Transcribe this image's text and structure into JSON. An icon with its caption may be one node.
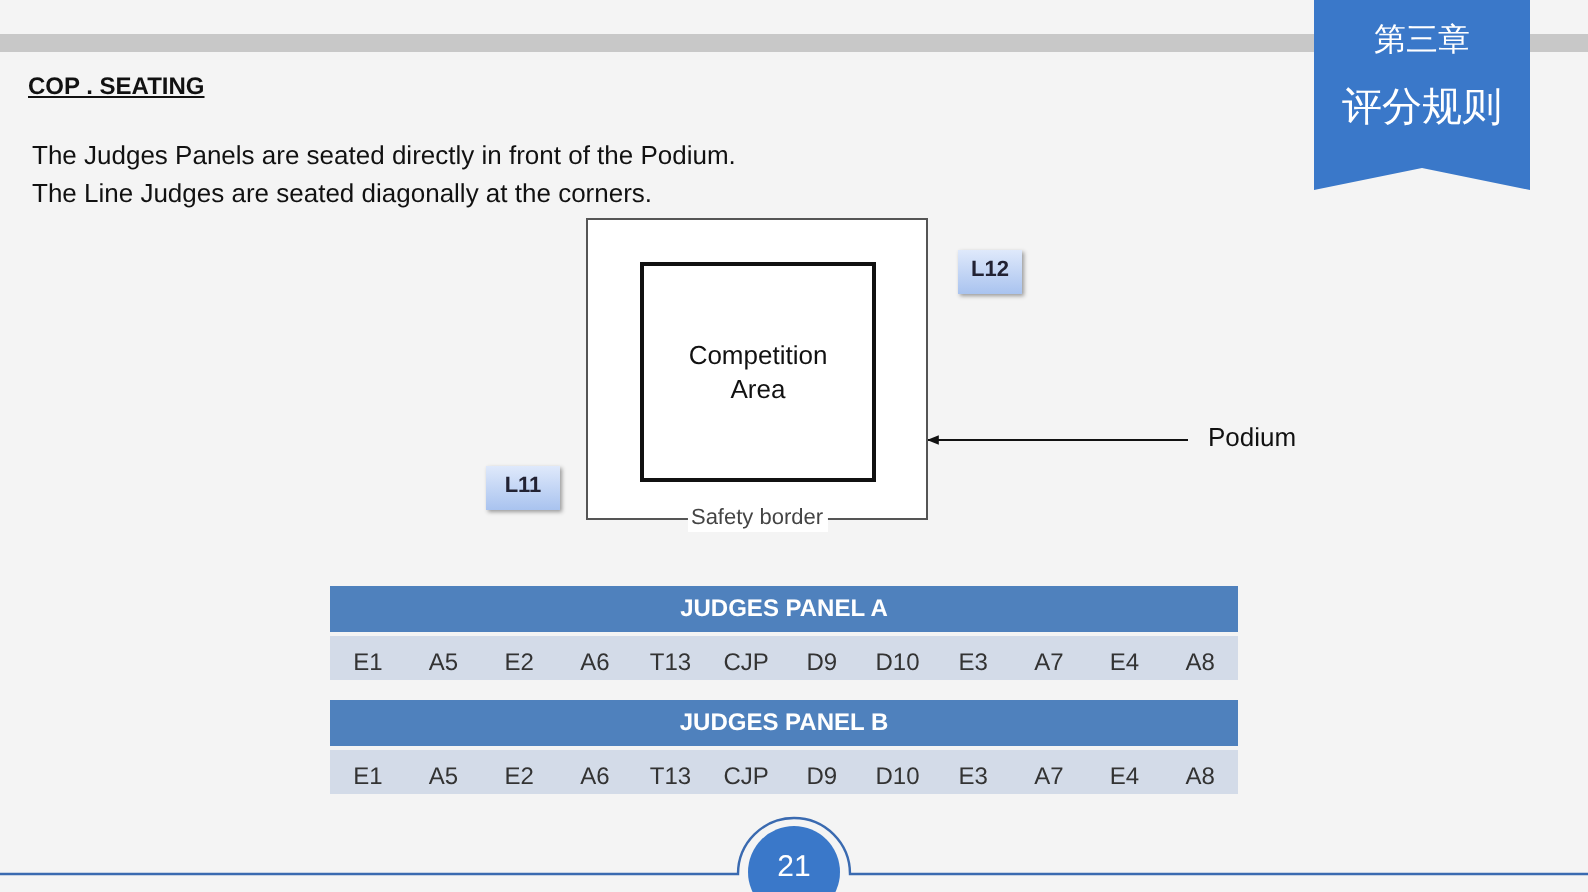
{
  "diagram": {
    "title": "COP . SEATING",
    "nodes": [
      {
        "text": [
          "Safety border"
        ]
      },
      {
        "text": [
          "Competition Area"
        ],
        "in": 0
      },
      {
        "text": [
          "L12"
        ]
      },
      {
        "text": [
          "L11"
        ]
      },
      {
        "text": [
          "Podium"
        ]
      }
    ],
    "edges": [
      {
        "from": 4,
        "to": 0,
        "arrow": "to"
      }
    ],
    "labels": [
      "第三章",
      "评分规则",
      "The Judges Panels are seated directly in front of the Podium.",
      "The Line Judges are seated diagonally at the corners.",
      "JUDGES PANEL A",
      "E1",
      "A5",
      "E2",
      "A6",
      "T13",
      "CJP",
      "D9",
      "D10",
      "E3",
      "A7",
      "E4",
      "A8",
      "JUDGES PANEL B",
      "E1",
      "A5",
      "E2",
      "A6",
      "T13",
      "CJP",
      "D9",
      "D10",
      "E3",
      "A7",
      "E4",
      "A8",
      "21"
    ]
  }
}
